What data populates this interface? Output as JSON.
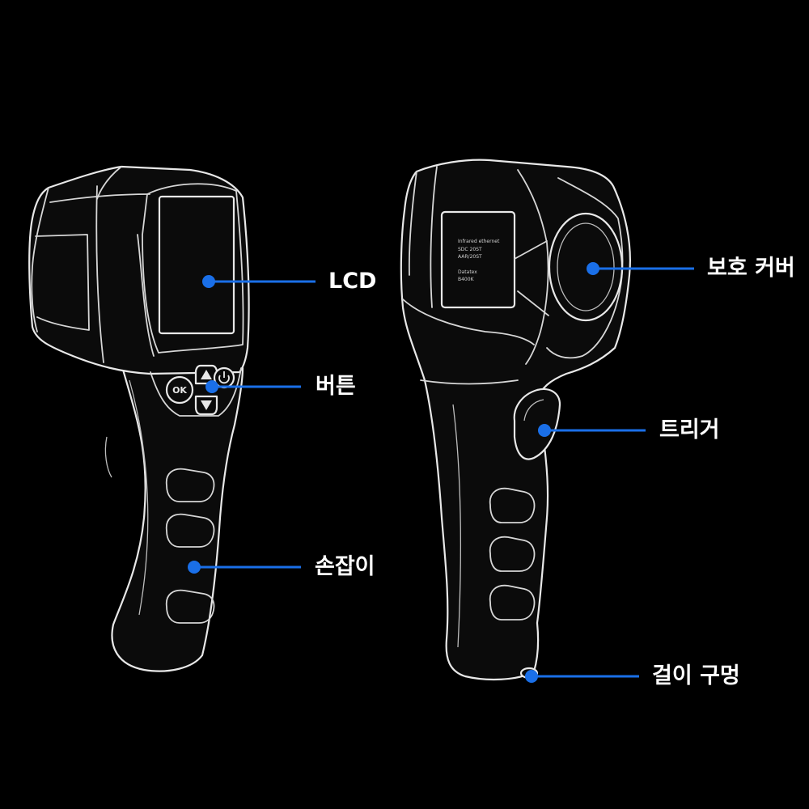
{
  "accent": "#1a6fe8",
  "callouts": {
    "lcd": "LCD",
    "button": "버튼",
    "handle": "손잡이",
    "protective_cover": "보호 커버",
    "trigger": "트리거",
    "hanging_hole": "걸이 구멍"
  },
  "keypad": {
    "ok_label": "OK",
    "power_icon": "power-icon",
    "up_icon": "triangle-up-icon",
    "down_icon": "triangle-down-icon"
  },
  "rear_label": {
    "line1": "Infrared ethernet",
    "line2": "SDC 20ST",
    "line3": "AAR/20ST",
    "line4": "Datatex",
    "line5": "B400K"
  }
}
